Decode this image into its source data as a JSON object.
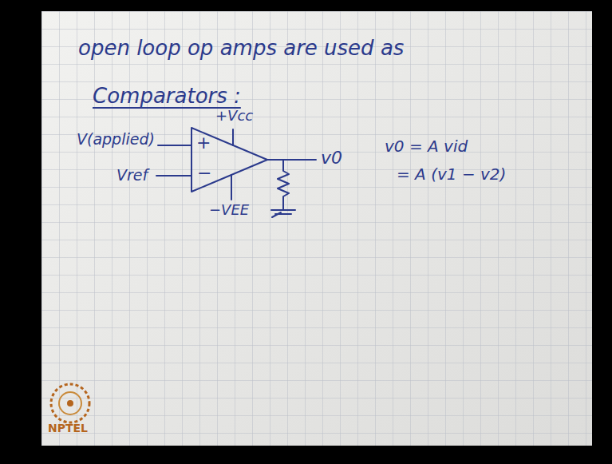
{
  "diagram": {
    "labels": [
      "open loop op amps are used as",
      "Comparators :",
      "V(applied)",
      "+",
      "−",
      "Vref",
      "+Vcc",
      "−VEE",
      "v0",
      "v0 = A vid",
      "= A (v1 − v2)",
      "NPTEL"
    ]
  }
}
